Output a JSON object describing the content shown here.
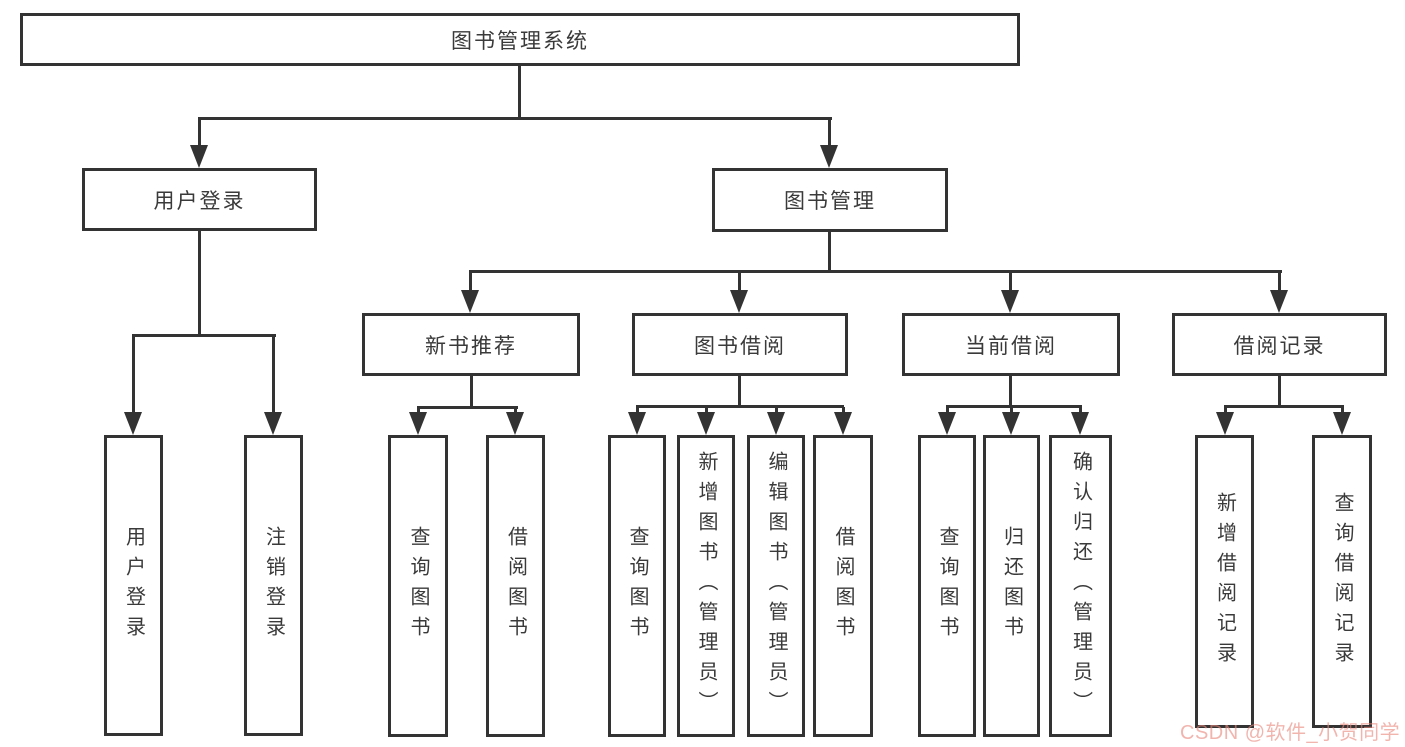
{
  "diagram": {
    "title": "图书管理系统",
    "nodes": {
      "root": "图书管理系统",
      "user_login": "用户登录",
      "book_management": "图书管理",
      "login": "用户登录",
      "logout": "注销登录",
      "new_book_recommend": "新书推荐",
      "book_borrowing": "图书借阅",
      "current_borrowing": "当前借阅",
      "borrow_records": "借阅记录",
      "nb_query_books": "查询图书",
      "nb_borrow_books": "借阅图书",
      "bb_query_books": "查询图书",
      "bb_add_books": "新增图书（管理员）",
      "bb_edit_books": "编辑图书（管理员）",
      "bb_borrow_books": "借阅图书",
      "cb_query_books": "查询图书",
      "cb_return_books": "归还图书",
      "cb_confirm_return": "确认归还（管理员）",
      "br_add_record": "新增借阅记录",
      "br_query_record": "查询借阅记录"
    }
  },
  "watermark": {
    "text": "CSDN @软件_小贺同学",
    "color": "#e9887d"
  },
  "colors": {
    "line": "#333333",
    "box_border": "#333333",
    "text": "#3a3a3a",
    "background": "#ffffff"
  }
}
